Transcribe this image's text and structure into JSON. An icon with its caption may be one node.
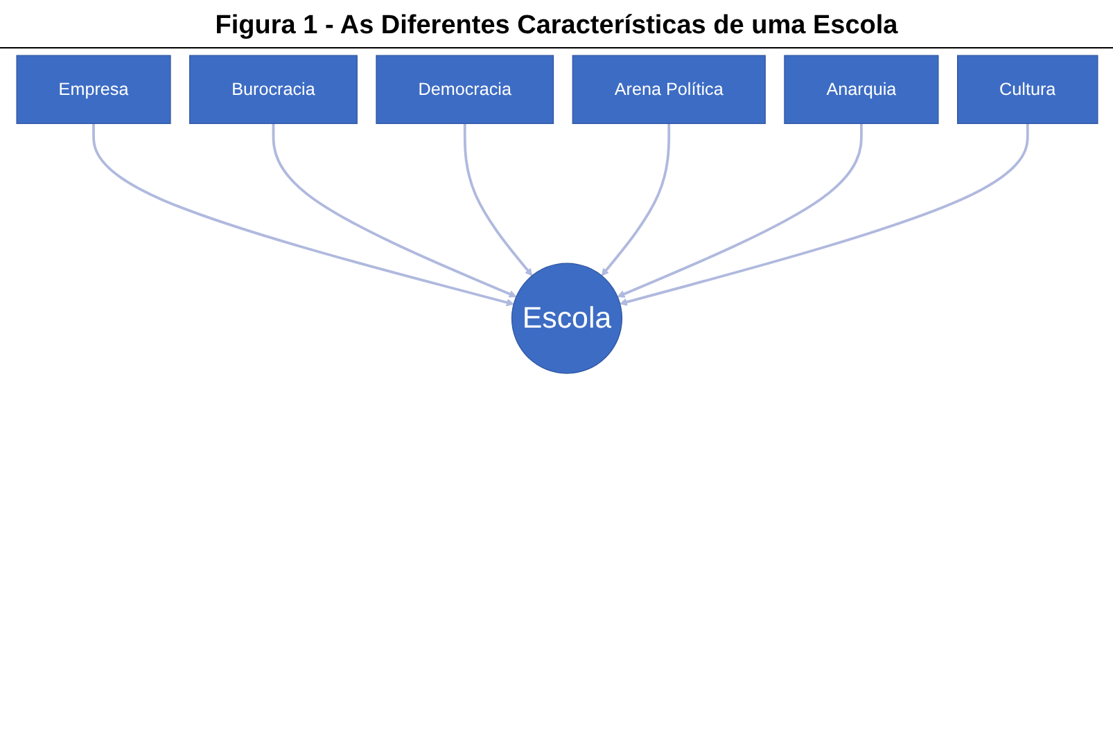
{
  "diagram": {
    "title": "Figura 1 - As Diferentes Características de uma Escola",
    "nodes": [
      {
        "text": [
          "Democracia"
        ]
      },
      {
        "text": [
          "Arena Política"
        ]
      },
      {
        "text": [
          "Burocracia"
        ]
      },
      {
        "text": [
          "Anarquia"
        ]
      },
      {
        "text": [
          "Empresa"
        ]
      },
      {
        "text": [
          "Escola"
        ]
      },
      {
        "text": [
          "Cultura"
        ]
      }
    ],
    "edges": [
      {
        "from": 4,
        "to": 5,
        "arrow": "to"
      },
      {
        "from": 2,
        "to": 5,
        "arrow": "to"
      },
      {
        "from": 0,
        "to": 5,
        "arrow": "to"
      },
      {
        "from": 1,
        "to": 5,
        "arrow": "to"
      },
      {
        "from": 3,
        "to": 5,
        "arrow": "to"
      },
      {
        "from": 6,
        "to": 5,
        "arrow": "to"
      }
    ]
  }
}
